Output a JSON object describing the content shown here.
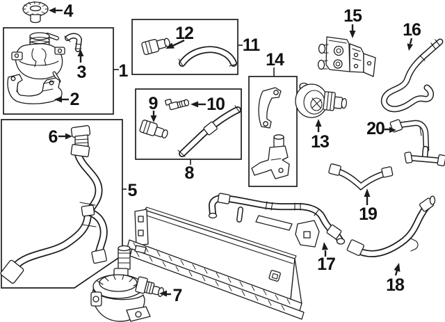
{
  "diagram": {
    "colors": {
      "background": "#ffffff",
      "line": "#1c1c1c",
      "label": "#111111"
    },
    "callouts": [
      {
        "label": "1"
      },
      {
        "label": "2"
      },
      {
        "label": "3"
      },
      {
        "label": "4"
      },
      {
        "label": "5"
      },
      {
        "label": "6"
      },
      {
        "label": "7"
      },
      {
        "label": "8"
      },
      {
        "label": "9"
      },
      {
        "label": "10"
      },
      {
        "label": "11"
      },
      {
        "label": "12"
      },
      {
        "label": "13"
      },
      {
        "label": "14"
      },
      {
        "label": "15"
      },
      {
        "label": "16"
      },
      {
        "label": "17"
      },
      {
        "label": "18"
      },
      {
        "label": "19"
      },
      {
        "label": "20"
      }
    ]
  }
}
